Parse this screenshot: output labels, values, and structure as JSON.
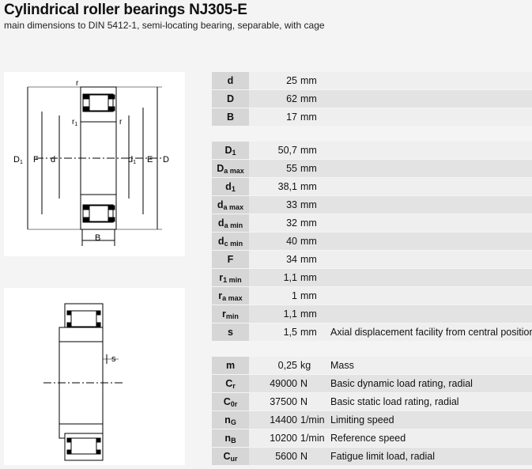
{
  "header": {
    "title": "Cylindrical roller bearings NJ305-E",
    "subtitle": "main dimensions to DIN 5412-1, semi-locating bearing, separable, with cage"
  },
  "drawing_labels": {
    "r_top": "r",
    "r1": "r",
    "r1_sub": "1",
    "r_right": "r",
    "D1": "D",
    "D1_sub": "1",
    "F": "F",
    "d": "d",
    "d1": "d",
    "d1_sub": "1",
    "E": "E",
    "D": "D",
    "B": "B",
    "s": "s"
  },
  "groups": [
    {
      "rows": [
        {
          "sym": "d",
          "sub": "",
          "value": "25",
          "unit": "mm",
          "desc": ""
        },
        {
          "sym": "D",
          "sub": "",
          "value": "62",
          "unit": "mm",
          "desc": ""
        },
        {
          "sym": "B",
          "sub": "",
          "value": "17",
          "unit": "mm",
          "desc": ""
        }
      ]
    },
    {
      "rows": [
        {
          "sym": "D",
          "sub": "1",
          "value": "50,7",
          "unit": "mm",
          "desc": ""
        },
        {
          "sym": "D",
          "sub": "a max",
          "value": "55",
          "unit": "mm",
          "desc": ""
        },
        {
          "sym": "d",
          "sub": "1",
          "value": "38,1",
          "unit": "mm",
          "desc": ""
        },
        {
          "sym": "d",
          "sub": "a max",
          "value": "33",
          "unit": "mm",
          "desc": ""
        },
        {
          "sym": "d",
          "sub": "a min",
          "value": "32",
          "unit": "mm",
          "desc": ""
        },
        {
          "sym": "d",
          "sub": "c min",
          "value": "40",
          "unit": "mm",
          "desc": ""
        },
        {
          "sym": "F",
          "sub": "",
          "value": "34",
          "unit": "mm",
          "desc": ""
        },
        {
          "sym": "r",
          "sub": "1 min",
          "value": "1,1",
          "unit": "mm",
          "desc": ""
        },
        {
          "sym": "r",
          "sub": "a max",
          "value": "1",
          "unit": "mm",
          "desc": ""
        },
        {
          "sym": "r",
          "sub": "min",
          "value": "1,1",
          "unit": "mm",
          "desc": ""
        },
        {
          "sym": "s",
          "sub": "",
          "value": "1,5",
          "unit": "mm",
          "desc": "Axial displacement facility from central position"
        }
      ]
    },
    {
      "rows": [
        {
          "sym": "m",
          "sub": "",
          "value": "0,25",
          "unit": "kg",
          "desc": "Mass"
        },
        {
          "sym": "C",
          "sub": "r",
          "value": "49000",
          "unit": "N",
          "desc": "Basic dynamic load rating, radial"
        },
        {
          "sym": "C",
          "sub": "0r",
          "value": "37500",
          "unit": "N",
          "desc": "Basic static load rating, radial"
        },
        {
          "sym": "n",
          "sub": "G",
          "value": "14400",
          "unit": "1/min",
          "desc": "Limiting speed"
        },
        {
          "sym": "n",
          "sub": "B",
          "value": "10200",
          "unit": "1/min",
          "desc": "Reference speed"
        },
        {
          "sym": "C",
          "sub": "ur",
          "value": "5600",
          "unit": "N",
          "desc": "Fatigue limit load, radial"
        }
      ]
    }
  ]
}
